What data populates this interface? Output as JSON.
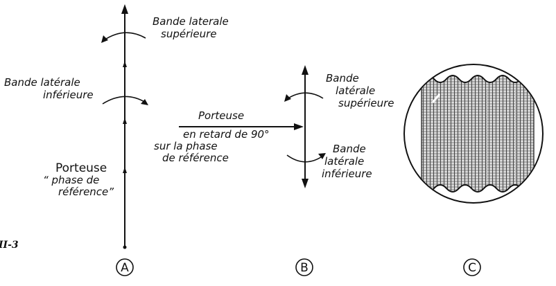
{
  "figure_label": "II-3",
  "panel_a": {
    "letter": "A",
    "label_upper_line1": "Bande laterale",
    "label_upper_line2": "supérieure",
    "label_lower_line1": "Bande latérale",
    "label_lower_line2": "inférieure",
    "carrier_line1": "Porteuse",
    "carrier_line2": "“ phase de",
    "carrier_line3": "référence”"
  },
  "panel_b": {
    "letter": "B",
    "carrier_line1": "Porteuse",
    "carrier_line2": "en retard de 90°",
    "carrier_line3": "sur la phase",
    "carrier_line4": "de référence",
    "label_upper_line1": "Bande",
    "label_upper_line2": "latérale",
    "label_upper_line3": "supérieure",
    "label_lower_line1": "Bande",
    "label_lower_line2": "latérale",
    "label_lower_line3": "inférieure"
  },
  "panel_c": {
    "letter": "C"
  },
  "colors": {
    "ink": "#111111",
    "background": "#ffffff"
  }
}
